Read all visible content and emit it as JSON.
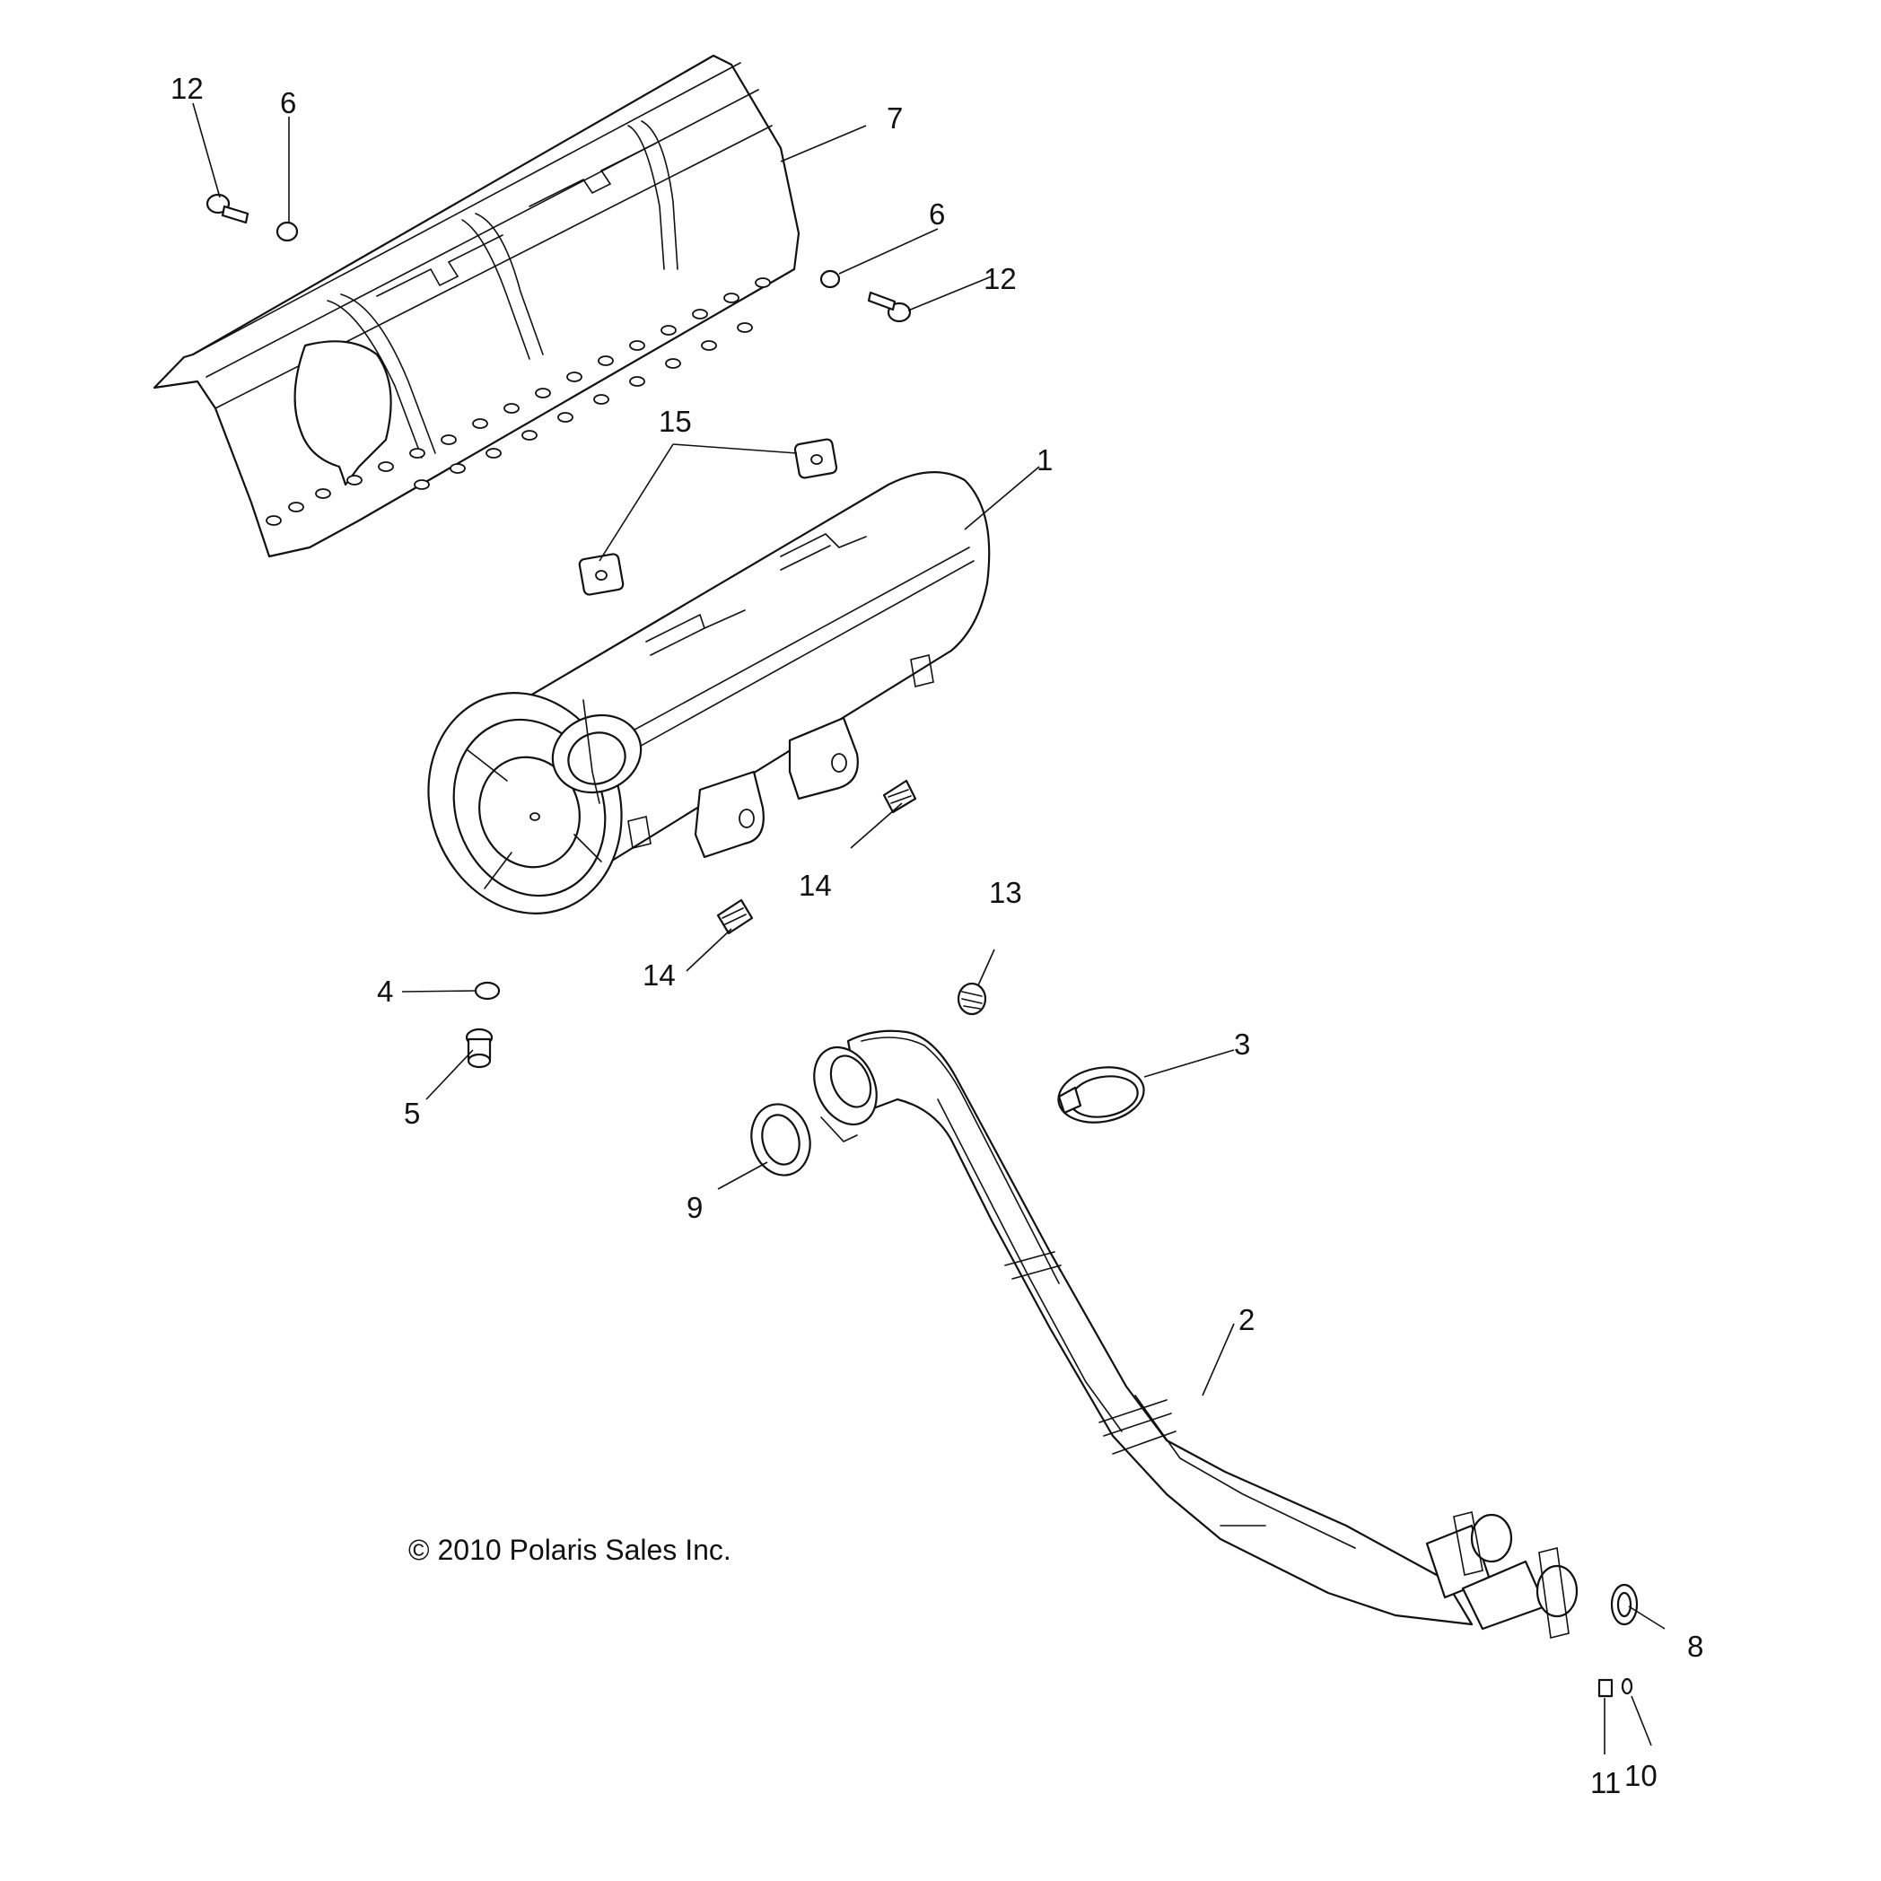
{
  "callouts": {
    "c1": "1",
    "c2": "2",
    "c3": "3",
    "c4": "4",
    "c5": "5",
    "c6a": "6",
    "c6b": "6",
    "c7": "7",
    "c8": "8",
    "c9": "9",
    "c10": "10",
    "c11": "11",
    "c12a": "12",
    "c12b": "12",
    "c13": "13",
    "c14a": "14",
    "c14b": "14",
    "c15": "15"
  },
  "copyright": "© 2010 Polaris Sales Inc."
}
